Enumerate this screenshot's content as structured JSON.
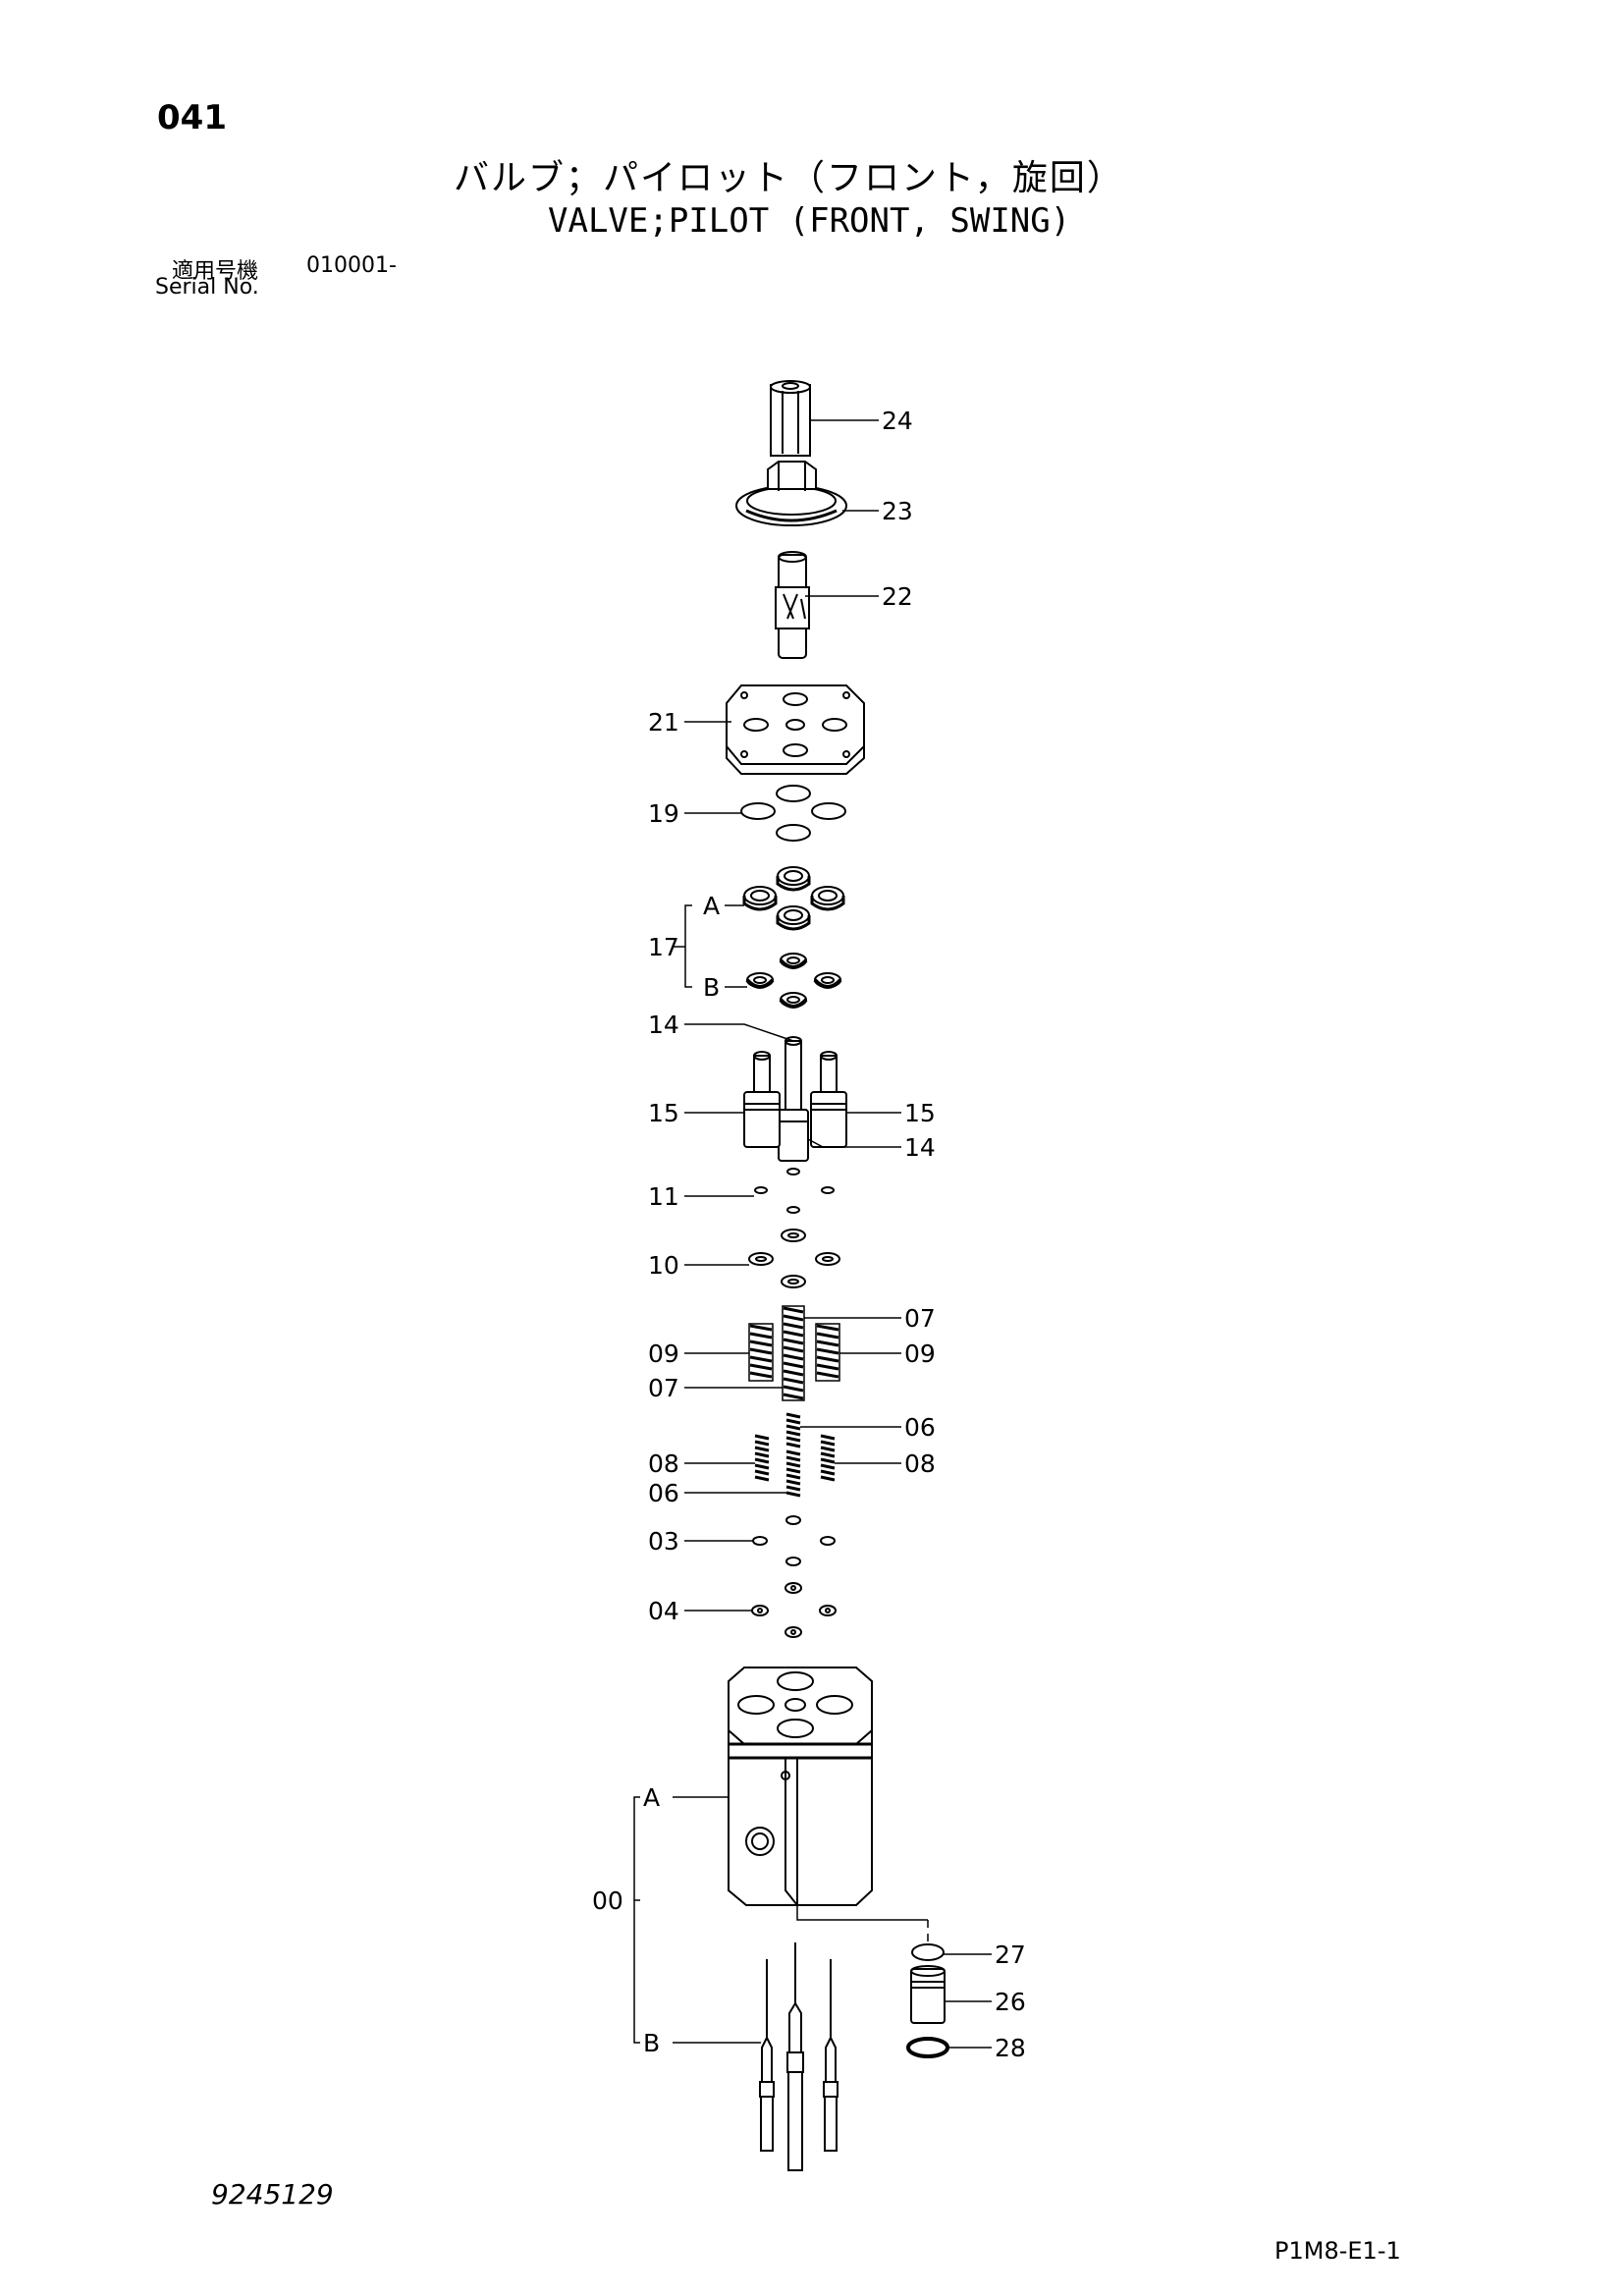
{
  "header": {
    "page_number": "041",
    "title_ja": "バルブ；パイロット（フロント，旋回）",
    "title_en": "VALVE;PILOT (FRONT, SWING)",
    "serial_label_ja": "適用号機",
    "serial_range": "010001-",
    "serial_label_en": "Serial No."
  },
  "callouts": {
    "c24": "24",
    "c23": "23",
    "c22": "22",
    "c21": "21",
    "c19": "19",
    "c17": "17",
    "c17a": "A",
    "c17b": "B",
    "c14_top": "14",
    "c15_left": "15",
    "c15_right": "15",
    "c14_bottom": "14",
    "c11": "11",
    "c10": "10",
    "c07_right": "07",
    "c09_left": "09",
    "c09_right": "09",
    "c07_left": "07",
    "c06_right": "06",
    "c08_left": "08",
    "c08_right": "08",
    "c06_left": "06",
    "c03": "03",
    "c04": "04",
    "c00": "00",
    "c00a": "A",
    "c00b": "B",
    "c27": "27",
    "c26": "26",
    "c28": "28"
  },
  "footer": {
    "drawing_number": "9245129",
    "sheet_code": "P1M8-E1-1"
  }
}
